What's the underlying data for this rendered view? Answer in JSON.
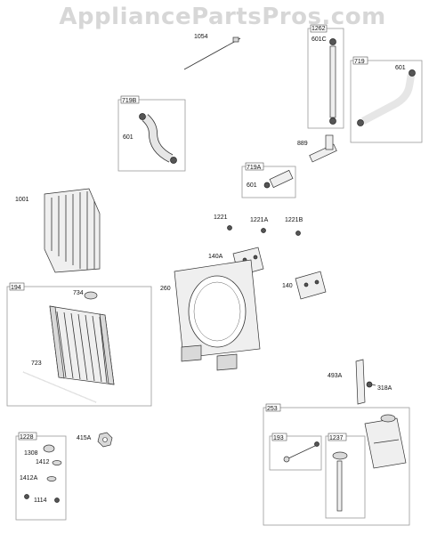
{
  "watermark": "AppliancePartsPros.com",
  "labels": {
    "p1054": "1054",
    "p1262": "1262",
    "p601C": "601C",
    "p719": "719",
    "p601_719": "601",
    "p719B": "719B",
    "p601_719B": "601",
    "p889": "889",
    "p719A": "719A",
    "p601_719A": "601",
    "p1001": "1001",
    "p1221": "1221",
    "p1221A": "1221A",
    "p1221B": "1221B",
    "p140A": "140A",
    "p260": "260",
    "p140": "140",
    "p194": "194",
    "p734": "734",
    "p723": "723",
    "p493A": "493A",
    "p318A": "318A",
    "p253": "253",
    "p193": "193",
    "p1237": "1237",
    "p1228": "1228",
    "p1308": "1308",
    "p1412": "1412",
    "p1412A": "1412A",
    "p1114": "1114",
    "p415A": "415A"
  }
}
